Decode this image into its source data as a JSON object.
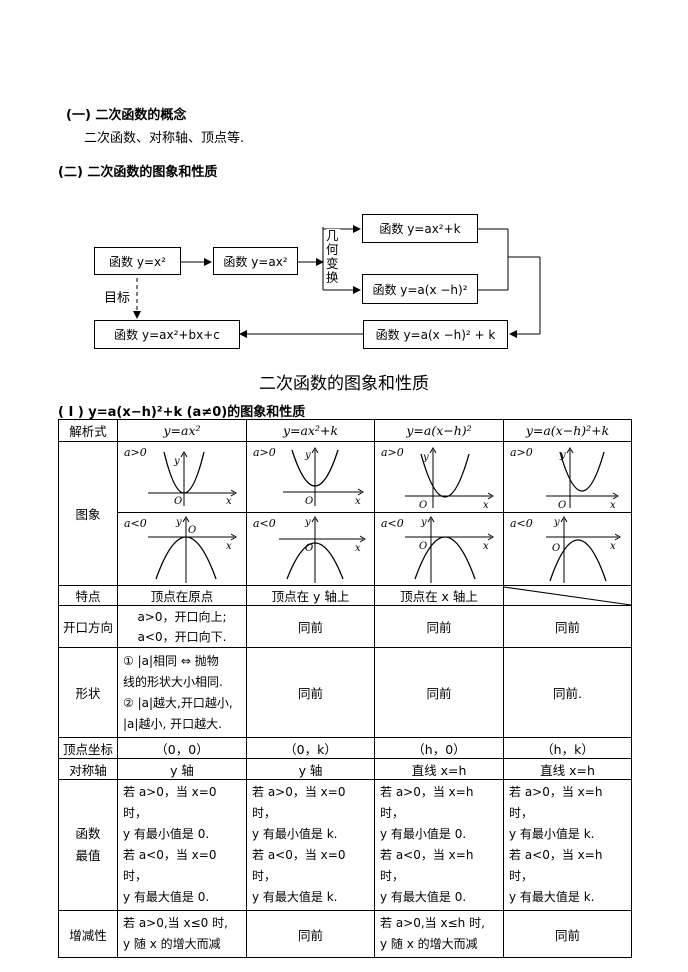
{
  "section1": {
    "heading": "(一) 二次函数的概念",
    "text": "二次函数、对称轴、顶点等."
  },
  "section2": {
    "heading": "(二) 二次函数的图象和性质"
  },
  "flow": {
    "box_a": "函数 y=x²",
    "box_b": "函数 y=ax²",
    "box_c": "函数 y=ax²+k",
    "box_d": "函数 y=a(x −h)²",
    "box_e": "函数 y=a(x −h)² + k",
    "box_f": "函数 y=ax²+bx+c",
    "vertical_label": "几何变换",
    "target_label": "目标"
  },
  "main_title": "二次函数的图象和性质",
  "subtitle": "( I ) y=a(x−h)²+k (a≠0)的图象和性质",
  "table": {
    "header": [
      "解析式",
      "y=ax²",
      "y=ax²+k",
      "y=a(x−h)²",
      "y=a(x−h)²+k"
    ],
    "image_label": "图象",
    "a_pos": "a>0",
    "a_neg": "a<0",
    "axis_y": "y",
    "axis_x": "x",
    "origin": "O",
    "feature": {
      "label": "特点",
      "cells": [
        "顶点在原点",
        "顶点在 y 轴上",
        "顶点在 x 轴上"
      ]
    },
    "opening": {
      "label": "开口方向",
      "c1_line1": "a>0，开口向上;",
      "c1_line2": "a<0，开口向下.",
      "c2": "同前",
      "c3": "同前",
      "c4": "同前"
    },
    "shape": {
      "label": "形状",
      "c1_line1": "① |a|相同 ⇔ 抛物",
      "c1_line2": "线的形状大小相同.",
      "c1_line3": "② |a|越大,开口越小,",
      "c1_line4": "|a|越小, 开口越大.",
      "c2": "同前",
      "c3": "同前",
      "c4": "同前."
    },
    "vertex": {
      "label": "顶点坐标",
      "cells": [
        "（0，0）",
        "（0，k）",
        "（h，0）",
        "（h，k）"
      ]
    },
    "axis": {
      "label": "对称轴",
      "cells": [
        "y 轴",
        "y 轴",
        "直线 x=h",
        "直线 x=h"
      ]
    },
    "extreme": {
      "label1": "函数",
      "label2": "最值",
      "c1": [
        "若 a>0，当 x=0 时，",
        "y 有最小值是 0.",
        "若 a<0，当 x=0 时，",
        "y 有最大值是 0."
      ],
      "c2": [
        "若 a>0，当 x=0 时，",
        "y 有最小值是 k.",
        "若 a<0，当 x=0 时，",
        "y 有最大值是 k."
      ],
      "c3": [
        "若 a>0，当 x=h 时，",
        "y 有最小值是 0.",
        "若 a<0，当 x=h 时，",
        "y 有最大值是 0."
      ],
      "c4": [
        "若 a>0，当 x=h 时，",
        "y 有最小值是 k.",
        "若 a<0，当 x=h 时，",
        "y 有最大值是 k."
      ]
    },
    "monotone": {
      "label": "增减性",
      "c1": [
        "若 a>0,当 x≤0 时,",
        "y 随 x 的增大而减"
      ],
      "c2": "同前",
      "c3": [
        "若 a>0,当 x≤h 时,",
        "y 随 x 的增大而减"
      ],
      "c4": "同前"
    }
  }
}
